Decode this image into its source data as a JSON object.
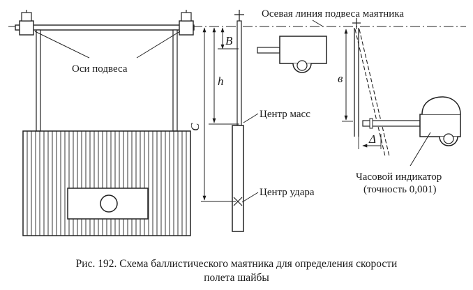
{
  "labels": {
    "pivot_axis_line": "Осевая линия подвеса маятника",
    "suspension_axes": "Оси подвеса",
    "center_of_mass": "Центр масс",
    "center_of_impact": "Центр удара",
    "dial_indicator_line1": "Часовой индикатор",
    "dial_indicator_line2": "(точность 0,001)"
  },
  "symbols": {
    "B": "B",
    "h": "h",
    "C": "C",
    "b": "в",
    "delta": "Δ"
  },
  "caption": {
    "line1": "Рис. 192. Схема баллистического маятника для определения скорости",
    "line2": "полета шайбы"
  }
}
